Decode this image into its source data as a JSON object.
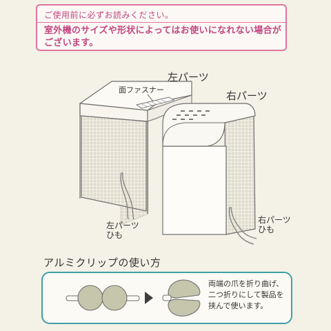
{
  "notice": {
    "title": "ご使用前に必ずお読みください。",
    "body": "室外機のサイズや形状によってはお使いになれない場合がございます。"
  },
  "diagram": {
    "left_part_label": "左パーツ",
    "right_part_label": "右パーツ",
    "fastener_label": "面ファスナー",
    "left_cord_label_line1": "左パーツ",
    "left_cord_label_line2": "ひも",
    "right_cord_label_line1": "右パーツ",
    "right_cord_label_line2": "ひも"
  },
  "clip_section": {
    "title": "アルミクリップの使い方",
    "description": "両端の爪を折り曲げ、二つ折りにして製品を挟んで使います。"
  }
}
